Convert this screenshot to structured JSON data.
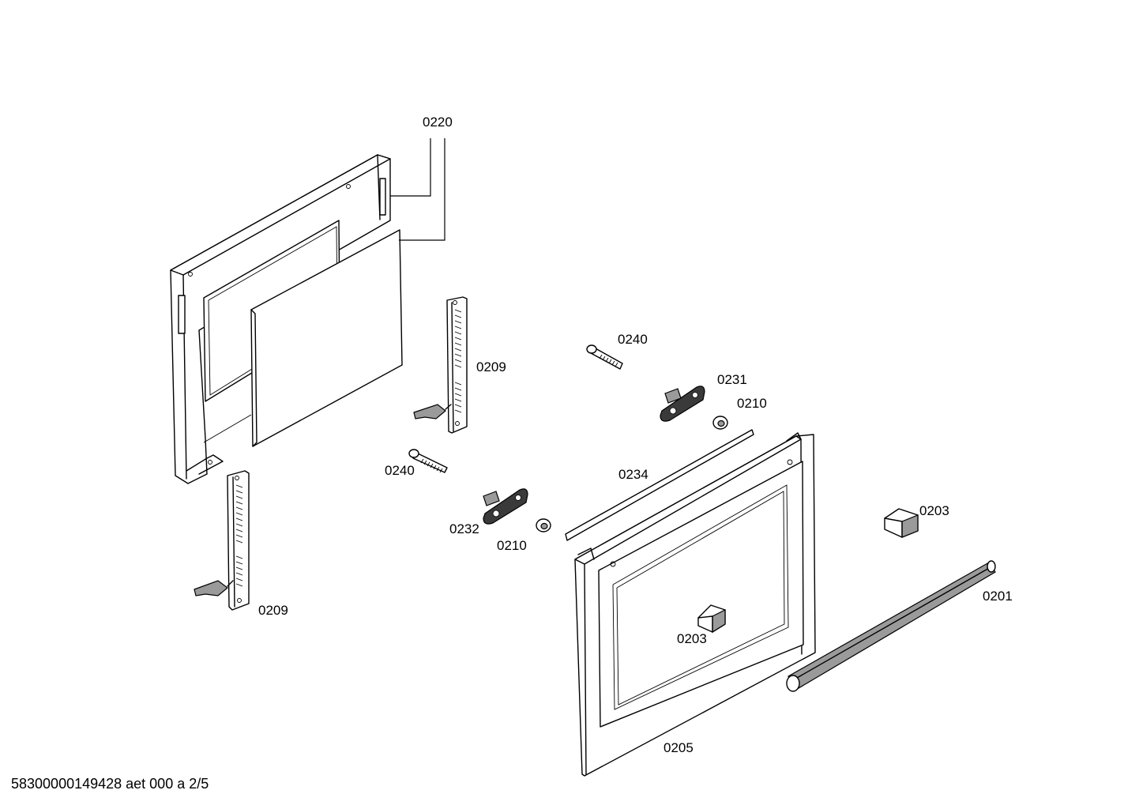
{
  "labels": {
    "l0220": "0220",
    "l0209_upper": "0209",
    "l0209_lower": "0209",
    "l0240_upper": "0240",
    "l0240_lower": "0240",
    "l0231": "0231",
    "l0210_upper": "0210",
    "l0210_lower": "0210",
    "l0232": "0232",
    "l0234": "0234",
    "l0203_right": "0203",
    "l0203_center": "0203",
    "l0201": "0201",
    "l0205": "0205"
  },
  "footer": "58300000149428 aet 000 a 2/5"
}
